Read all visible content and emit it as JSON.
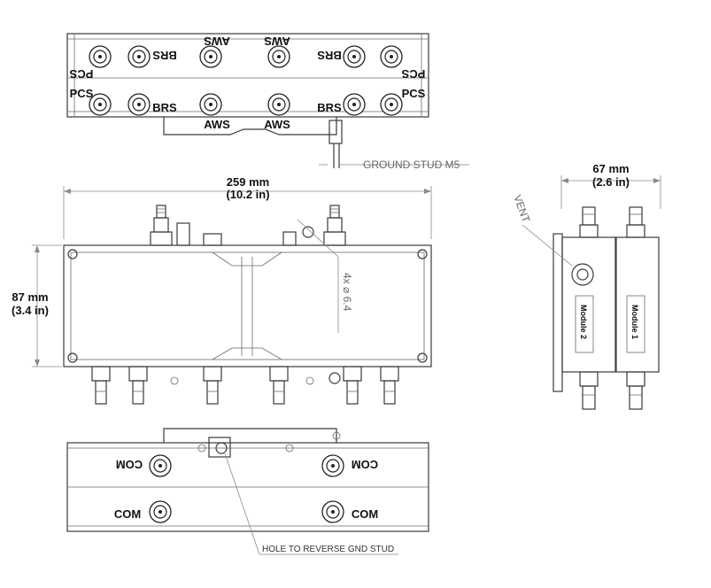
{
  "top_view": {
    "labels_upper": [
      "PCS",
      "BRS",
      "AWS",
      "AWS",
      "BRS",
      "PCS"
    ],
    "labels_lower": [
      "PCS",
      "BRS",
      "AWS",
      "AWS",
      "BRS",
      "PCS"
    ],
    "ground_stud": "GROUND STUD M5"
  },
  "front_view": {
    "width_mm": "259 mm",
    "width_in": "(10.2 in)",
    "height_mm": "87 mm",
    "height_in": "(3.4 in)",
    "hole_note": "4x ⌀ 6.4"
  },
  "side_view": {
    "depth_mm": "67 mm",
    "depth_in": "(2.6 in)",
    "vent": "VENT",
    "module_1": "Module 1",
    "module_2": "Module 2"
  },
  "bottom_view": {
    "labels": [
      "COM",
      "COM",
      "COM",
      "COM"
    ],
    "reverse_note": "HOLE TO REVERSE GND STUD"
  },
  "icons": [
    "n-type-connector-icon",
    "vent-icon",
    "ground-stud-icon",
    "mounting-hole-icon"
  ]
}
